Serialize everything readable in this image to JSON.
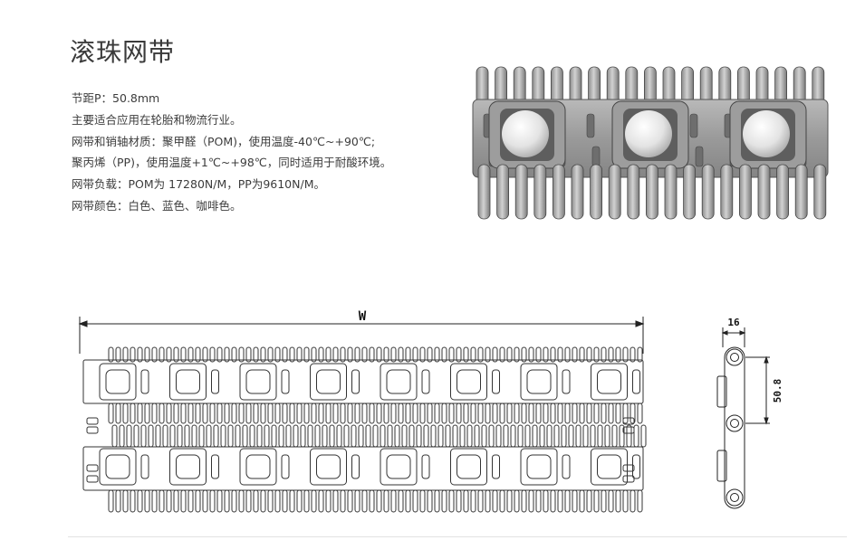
{
  "product": {
    "title": "滚珠网带"
  },
  "specs": [
    "节距P：50.8mm",
    "主要适合应用在轮胎和物流行业。",
    "网带和销轴材质：聚甲醛（POM)，使用温度-40℃~+90℃;",
    "聚丙烯（PP)，使用温度+1℃~+98℃，同时适用于耐酸环境。",
    "网带负载：POM为 17280N/M，PP为9610N/M。",
    "网带颜色：白色、蓝色、咖啡色。"
  ],
  "drawing": {
    "width_label": "W",
    "thickness_label": "16",
    "pitch_label": "50.8"
  }
}
